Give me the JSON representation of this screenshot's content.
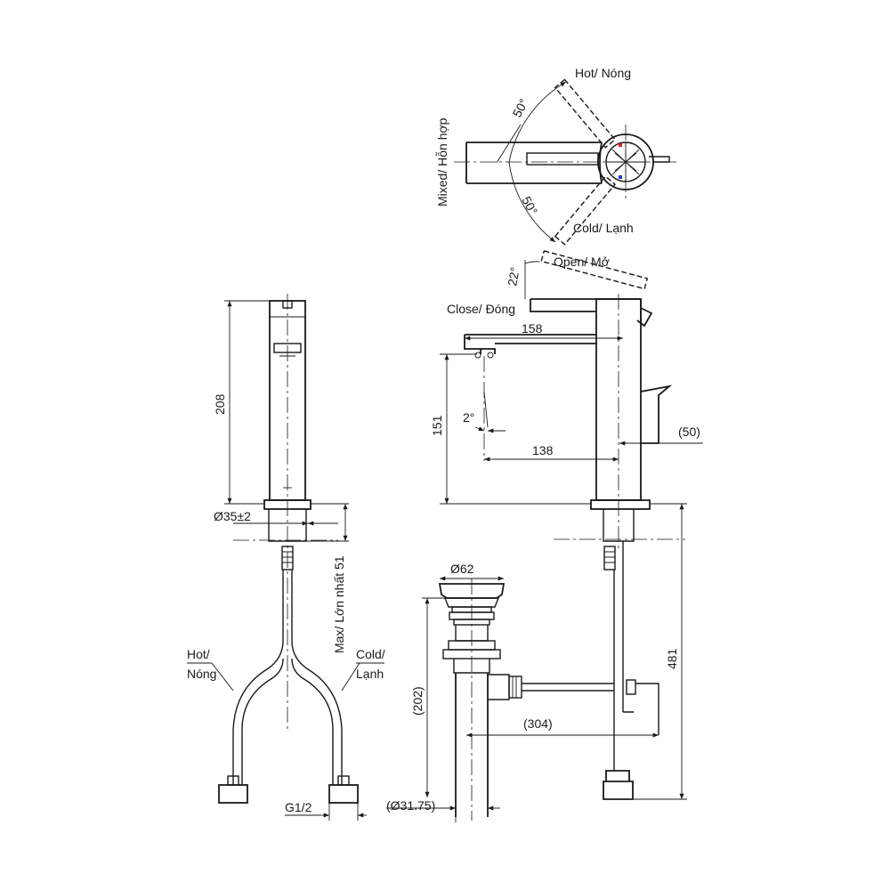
{
  "top_view": {
    "hot_label": "Hot/ Nóng",
    "cold_label": "Cold/ Lạnh",
    "mixed_label": "Mixed/ Hỗn hợp",
    "angle_hot": "50°",
    "angle_cold": "50°"
  },
  "side_view": {
    "open_label": "Open/ Mở",
    "close_label": "Close/ Đóng",
    "handle_angle": "22°",
    "spout_angle": "2°",
    "dim_158": "158",
    "dim_151": "151",
    "dim_138": "138",
    "dim_50": "(50)",
    "dim_481": "481"
  },
  "front_view": {
    "dim_208": "208",
    "dim_35": "Ø35±2",
    "max_label": "Max/ Lớn nhất 51",
    "hot_line1": "Hot/",
    "hot_line2": "Nóng",
    "cold_line1": "Cold/",
    "cold_line2": "Lạnh",
    "thread": "G1/2"
  },
  "drain": {
    "dim_62": "Ø62",
    "dim_202": "(202)",
    "dim_304": "(304)",
    "dim_3175": "(Ø31.75)"
  },
  "colors": {
    "hot_marker": "#e02020",
    "cold_marker": "#2040d0"
  }
}
